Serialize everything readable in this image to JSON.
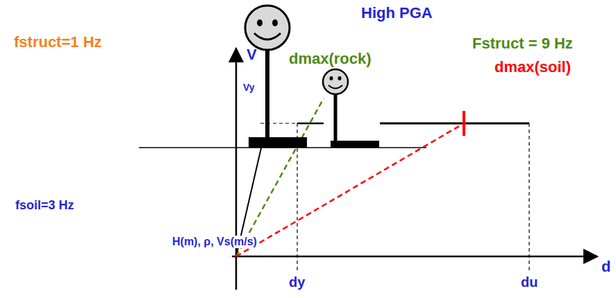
{
  "diagram": {
    "labels": [
      "High PGA",
      "fstruct=1 Hz",
      "V",
      "Vy",
      "dmax(rock)",
      "Fstruct = 9 Hz",
      "dmax(soil)",
      "fsoil=3 Hz",
      "H(m), ρ, Vs(m/s)",
      "dy",
      "du",
      "d"
    ]
  }
}
